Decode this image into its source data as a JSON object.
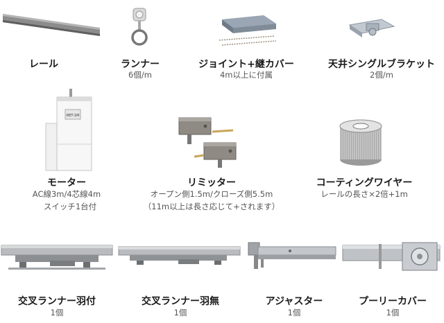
{
  "products": [
    {
      "name": "レール",
      "lines": []
    },
    {
      "name": "ランナー",
      "lines": [
        "6個/m"
      ]
    },
    {
      "name": "ジョイント+継カバー",
      "lines": [
        "4m以上に付属"
      ]
    },
    {
      "name": "天井シングルブラケット",
      "lines": [
        "2個/m"
      ]
    },
    {
      "name": "モーター",
      "lines": [
        "AC線3m/4芯線4m",
        "スイッチ1台付"
      ]
    },
    {
      "name": "リミッター",
      "lines": [
        "オープン側1.5m/クローズ側5.5m",
        "（11m以上は長さ応じて+されます）"
      ]
    },
    {
      "name": "コーティングワイヤー",
      "lines": [
        "レールの長さ×2倍+1m"
      ]
    },
    {
      "name": "交叉ランナー羽付",
      "lines": [
        "1個"
      ]
    },
    {
      "name": "交叉ランナー羽無",
      "lines": [
        "1個"
      ]
    },
    {
      "name": "アジャスター",
      "lines": [
        "1個"
      ]
    },
    {
      "name": "プーリーカバー",
      "lines": [
        "1個"
      ]
    }
  ],
  "motor_label": "RET-1M"
}
